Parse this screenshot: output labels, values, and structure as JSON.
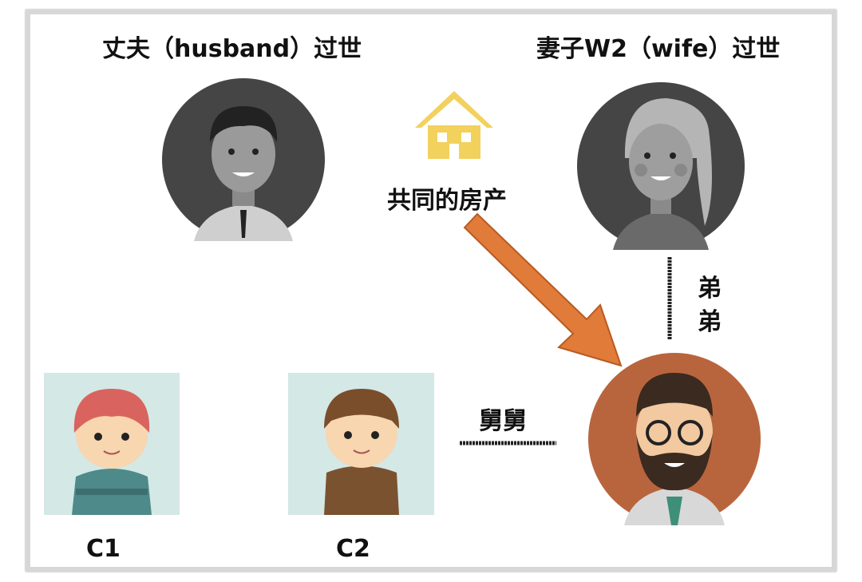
{
  "husband": {
    "title": "丈夫（husband）过世"
  },
  "wife": {
    "title": "妻子W2（wife）过世"
  },
  "property": {
    "label": "共同的房产"
  },
  "brother": {
    "label_1": "弟",
    "label_2": "弟"
  },
  "uncle": {
    "label": "舅舅"
  },
  "children": [
    {
      "label": "C1"
    },
    {
      "label": "C2"
    }
  ],
  "colors": {
    "arrow": "#e07b39",
    "house": "#f2d15c",
    "man_bg": "#b8653d",
    "child_bg": "#d4e8e6"
  }
}
